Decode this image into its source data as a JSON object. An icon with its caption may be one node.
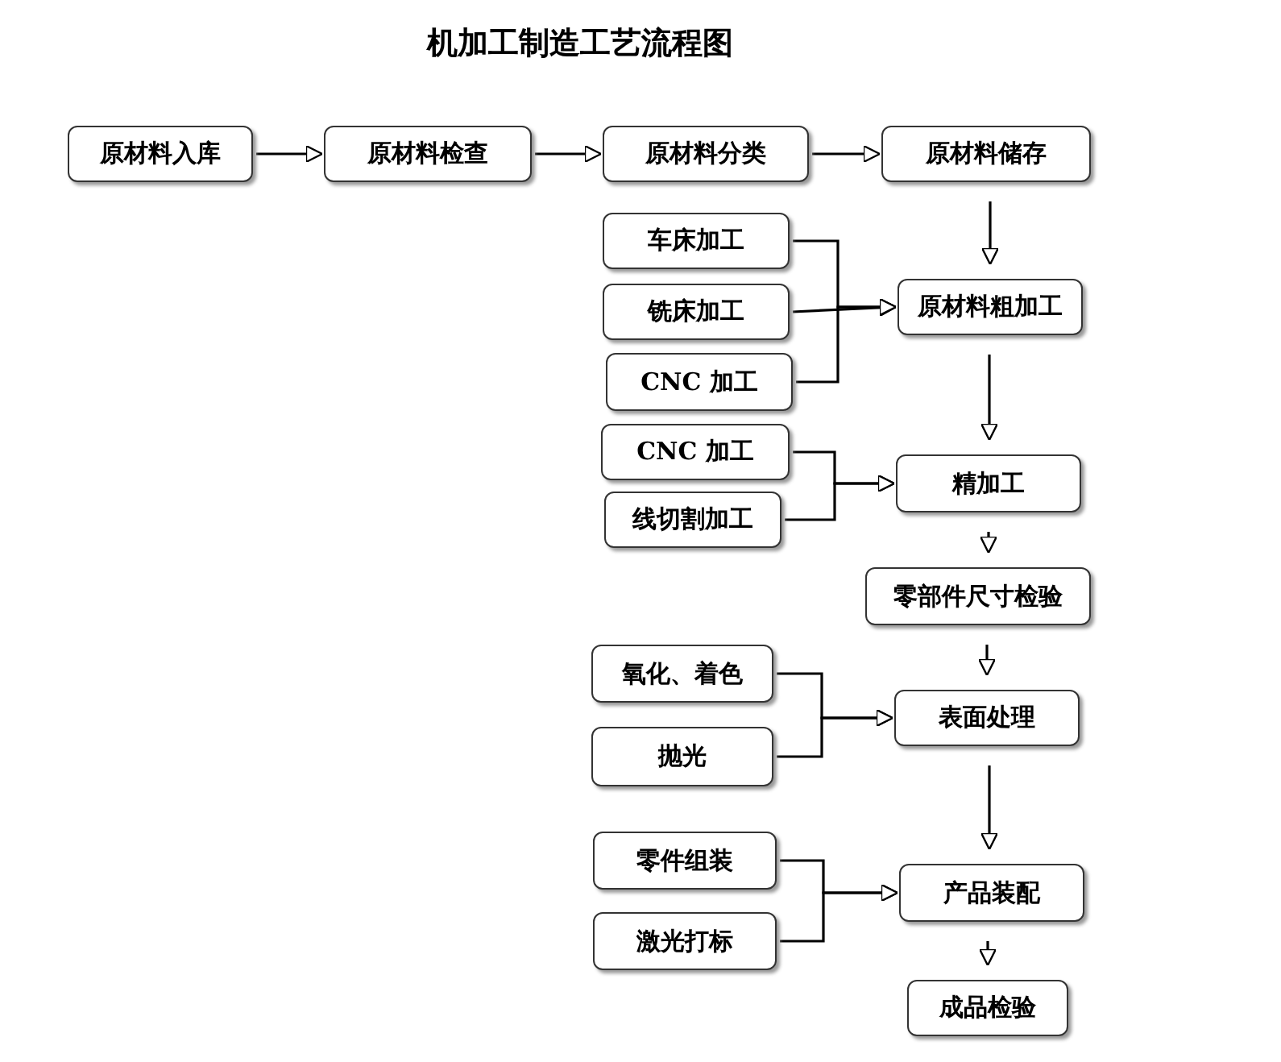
{
  "diagram": {
    "title": "机加工制造工艺流程图",
    "nodes": [
      {
        "text": [
          "原材料入库"
        ]
      },
      {
        "text": [
          "原材料检查"
        ]
      },
      {
        "text": [
          "原材料分类"
        ]
      },
      {
        "text": [
          "原材料储存"
        ]
      },
      {
        "text": [
          "车床加工"
        ]
      },
      {
        "text": [
          "铣床加工"
        ]
      },
      {
        "text": [
          "CNC 加工"
        ]
      },
      {
        "text": [
          "原材料粗加工"
        ]
      },
      {
        "text": [
          "CNC 加工"
        ]
      },
      {
        "text": [
          "线切割加工"
        ]
      },
      {
        "text": [
          "精加工"
        ]
      },
      {
        "text": [
          "零部件尺寸检验"
        ]
      },
      {
        "text": [
          "氧化、着色"
        ]
      },
      {
        "text": [
          "抛光"
        ]
      },
      {
        "text": [
          "表面处理"
        ]
      },
      {
        "text": [
          "零件组装"
        ]
      },
      {
        "text": [
          "激光打标"
        ]
      },
      {
        "text": [
          "产品装配"
        ]
      },
      {
        "text": [
          "成品检验"
        ]
      }
    ],
    "edges": [
      {
        "from": 0,
        "to": 1,
        "arrow": "to"
      },
      {
        "from": 1,
        "to": 2,
        "arrow": "to"
      },
      {
        "from": 2,
        "to": 3,
        "arrow": "to"
      },
      {
        "from": 3,
        "to": 7,
        "arrow": "to"
      },
      {
        "from": 4,
        "to": 7,
        "arrow": "to"
      },
      {
        "from": 5,
        "to": 7,
        "arrow": "to"
      },
      {
        "from": 6,
        "to": 7,
        "arrow": "to"
      },
      {
        "from": 7,
        "to": 10,
        "arrow": "to"
      },
      {
        "from": 8,
        "to": 10,
        "arrow": "to"
      },
      {
        "from": 9,
        "to": 10,
        "arrow": "to"
      },
      {
        "from": 10,
        "to": 11,
        "arrow": "to"
      },
      {
        "from": 11,
        "to": 14,
        "arrow": "to"
      },
      {
        "from": 12,
        "to": 14,
        "arrow": "to"
      },
      {
        "from": 13,
        "to": 14,
        "arrow": "to"
      },
      {
        "from": 14,
        "to": 17,
        "arrow": "to"
      },
      {
        "from": 15,
        "to": 17,
        "arrow": "to"
      },
      {
        "from": 16,
        "to": 17,
        "arrow": "to"
      },
      {
        "from": 17,
        "to": 18,
        "arrow": "to"
      }
    ]
  }
}
